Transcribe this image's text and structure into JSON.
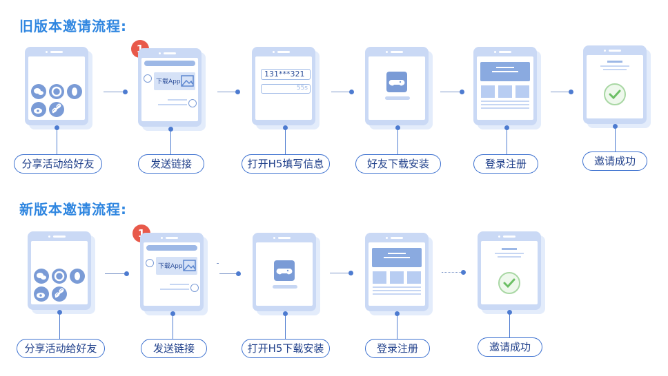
{
  "sections": {
    "old": {
      "title": "旧版本邀请流程:",
      "steps": [
        "分享活动给好友",
        "发送链接",
        "打开H5填写信息",
        "好友下载安装",
        "登录注册",
        "邀请成功"
      ]
    },
    "new": {
      "title": "新版本邀请流程:",
      "steps": [
        "分享活动给好友",
        "发送链接",
        "打开H5下载安装",
        "登录注册",
        "邀请成功"
      ]
    }
  },
  "badge_number": "1",
  "chat_card_text": "下载App",
  "form": {
    "phone_value": "131***321",
    "countdown": "55s"
  },
  "icons": {
    "share_icons": [
      "wechat-icon",
      "moments-icon",
      "qq-icon",
      "weibo-icon",
      "link-icon"
    ],
    "game": "gamepad-icon",
    "success": "checkmark-icon"
  },
  "colors": {
    "title": "#2f86e0",
    "accent": "#4d7bd0",
    "phone": "#cad9f5",
    "badge": "#e8594a",
    "success": "#7cc77a"
  }
}
